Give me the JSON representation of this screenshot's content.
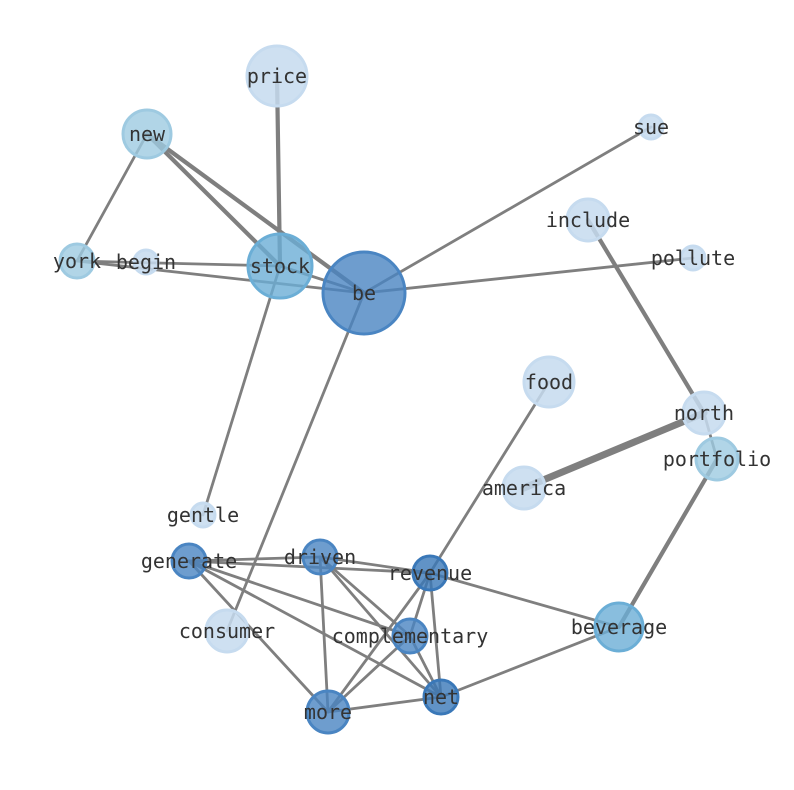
{
  "nodes": [
    {
      "id": "be",
      "label": "be",
      "shade": 4
    },
    {
      "id": "stock",
      "label": "stock",
      "shade": 3
    },
    {
      "id": "price",
      "label": "price",
      "shade": 1
    },
    {
      "id": "new",
      "label": "new",
      "shade": 2
    },
    {
      "id": "york",
      "label": "york",
      "shade": 2
    },
    {
      "id": "begin",
      "label": "begin",
      "shade": 1
    },
    {
      "id": "sue",
      "label": "sue",
      "shade": 1
    },
    {
      "id": "include",
      "label": "include",
      "shade": 1
    },
    {
      "id": "pollute",
      "label": "pollute",
      "shade": 1
    },
    {
      "id": "food",
      "label": "food",
      "shade": 1
    },
    {
      "id": "north",
      "label": "north",
      "shade": 1
    },
    {
      "id": "portfolio",
      "label": "portfolio",
      "shade": 2
    },
    {
      "id": "america",
      "label": "america",
      "shade": 1
    },
    {
      "id": "gentle",
      "label": "gentle",
      "shade": 1
    },
    {
      "id": "generate",
      "label": "generate",
      "shade": 4
    },
    {
      "id": "driven",
      "label": "driven",
      "shade": 4
    },
    {
      "id": "revenue",
      "label": "revenue",
      "shade": 5
    },
    {
      "id": "consumer",
      "label": "consumer",
      "shade": 1
    },
    {
      "id": "complementary",
      "label": "complementary",
      "shade": 4
    },
    {
      "id": "beverage",
      "label": "beverage",
      "shade": 3
    },
    {
      "id": "net",
      "label": "net",
      "shade": 5
    },
    {
      "id": "more",
      "label": "more",
      "shade": 4
    }
  ],
  "edges": [
    {
      "source": "new",
      "target": "york",
      "weight": 1
    },
    {
      "source": "new",
      "target": "stock",
      "weight": 2
    },
    {
      "source": "new",
      "target": "be",
      "weight": 2
    },
    {
      "source": "price",
      "target": "stock",
      "weight": 2
    },
    {
      "source": "york",
      "target": "stock",
      "weight": 1
    },
    {
      "source": "york",
      "target": "be",
      "weight": 1
    },
    {
      "source": "stock",
      "target": "be",
      "weight": 1
    },
    {
      "source": "stock",
      "target": "gentle",
      "weight": 1
    },
    {
      "source": "be",
      "target": "sue",
      "weight": 1
    },
    {
      "source": "be",
      "target": "pollute",
      "weight": 1
    },
    {
      "source": "be",
      "target": "consumer",
      "weight": 1
    },
    {
      "source": "include",
      "target": "north",
      "weight": 2
    },
    {
      "source": "north",
      "target": "america",
      "weight": 4
    },
    {
      "source": "north",
      "target": "portfolio",
      "weight": 1
    },
    {
      "source": "portfolio",
      "target": "beverage",
      "weight": 2
    },
    {
      "source": "food",
      "target": "revenue",
      "weight": 1
    },
    {
      "source": "generate",
      "target": "driven",
      "weight": 1
    },
    {
      "source": "generate",
      "target": "revenue",
      "weight": 1
    },
    {
      "source": "generate",
      "target": "complementary",
      "weight": 1
    },
    {
      "source": "generate",
      "target": "net",
      "weight": 1
    },
    {
      "source": "generate",
      "target": "more",
      "weight": 1
    },
    {
      "source": "driven",
      "target": "revenue",
      "weight": 1
    },
    {
      "source": "driven",
      "target": "complementary",
      "weight": 1
    },
    {
      "source": "driven",
      "target": "net",
      "weight": 1
    },
    {
      "source": "driven",
      "target": "more",
      "weight": 1
    },
    {
      "source": "revenue",
      "target": "complementary",
      "weight": 1
    },
    {
      "source": "revenue",
      "target": "net",
      "weight": 1
    },
    {
      "source": "revenue",
      "target": "more",
      "weight": 1
    },
    {
      "source": "revenue",
      "target": "beverage",
      "weight": 1
    },
    {
      "source": "complementary",
      "target": "net",
      "weight": 1
    },
    {
      "source": "complementary",
      "target": "more",
      "weight": 1
    },
    {
      "source": "net",
      "target": "more",
      "weight": 1
    },
    {
      "source": "net",
      "target": "beverage",
      "weight": 1
    }
  ],
  "colors": {
    "edge": "#7f7f7f",
    "label": "#333333",
    "shades": [
      "#c6dbef",
      "#c6dbef",
      "#9ecae1",
      "#6baed6",
      "#4a85c2",
      "#3a78b8"
    ]
  }
}
